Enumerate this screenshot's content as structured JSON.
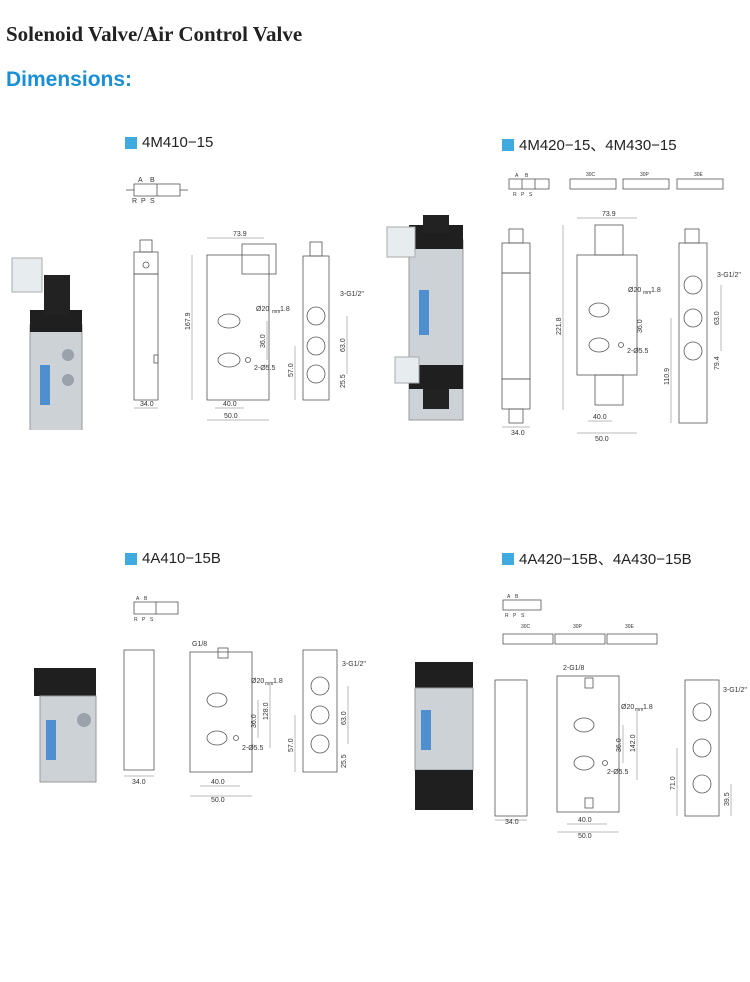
{
  "page": {
    "title": "Solenoid Valve/Air Control Valve",
    "subtitle": "Dimensions:"
  },
  "sections": [
    {
      "model": "4M410−15",
      "symbol_labels": [
        "A",
        "B",
        "R",
        "P",
        "S"
      ],
      "dims": [
        "73.9",
        "167.9",
        "Ø20",
        "mm",
        "1.8",
        "3-G1/2\"",
        "36.0",
        "63.0",
        "2-Ø5.5",
        "57.0",
        "25.5",
        "34.0",
        "40.0",
        "50.0"
      ]
    },
    {
      "model": "4M420−15、4M430−15",
      "symbol_labels": [
        "A",
        "B",
        "R",
        "P",
        "S",
        "30C",
        "30P",
        "30E"
      ],
      "dims": [
        "73.9",
        "221.8",
        "Ø20",
        "mm",
        "1.8",
        "3-G1/2\"",
        "36.0",
        "63.0",
        "2-Ø5.5",
        "110.9",
        "79.4",
        "34.0",
        "40.0",
        "50.0"
      ]
    },
    {
      "model": "4A410−15B",
      "symbol_labels": [
        "A",
        "B",
        "R",
        "P",
        "S"
      ],
      "dims": [
        "G1/8",
        "Ø20",
        "mm",
        "1.8",
        "3-G1/2\"",
        "36.0",
        "128.0",
        "63.0",
        "2-Ø5.5",
        "57.0",
        "25.5",
        "34.0",
        "40.0",
        "50.0"
      ]
    },
    {
      "model": "4A420−15B、4A430−15B",
      "symbol_labels": [
        "A",
        "B",
        "R",
        "P",
        "S",
        "30C",
        "30P",
        "30E"
      ],
      "dims": [
        "2-G1/8",
        "Ø20",
        "mm",
        "1.8",
        "3-G1/2\"",
        "36.0",
        "142.0",
        "2-Ø5.5",
        "71.0",
        "39.5",
        "34.0",
        "40.0",
        "50.0"
      ]
    }
  ],
  "colors": {
    "accent": "#1b8fd6",
    "marker": "#3fa9e0",
    "body_silver": "#c9ced3",
    "body_black": "#1f1f1f"
  }
}
